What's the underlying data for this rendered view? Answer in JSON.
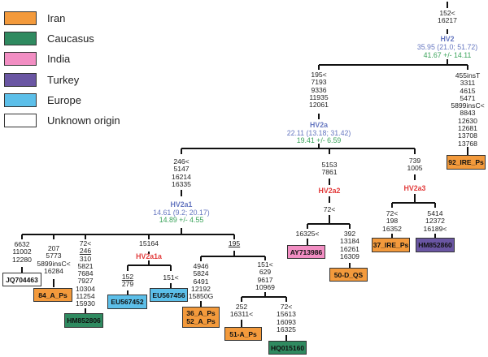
{
  "colors": {
    "iran": "#f39a3c",
    "caucasus": "#2f8a60",
    "india": "#f28ec3",
    "turkey": "#6a56a3",
    "europe": "#5cbfe9",
    "unknown": "#ffffff",
    "node_blue": "#6677c0",
    "node_green": "#3aa35a",
    "node_red": "#e23b3b"
  },
  "legend": [
    {
      "label": "Iran",
      "color": "#f39a3c"
    },
    {
      "label": "Caucasus",
      "color": "#2f8a60"
    },
    {
      "label": "India",
      "color": "#f28ec3"
    },
    {
      "label": "Turkey",
      "color": "#6a56a3"
    },
    {
      "label": "Europe",
      "color": "#5cbfe9"
    },
    {
      "label": "Unknown origin",
      "color": "#ffffff"
    }
  ],
  "tree": {
    "root_mut": "152<\n16217",
    "hv2": {
      "name": "HV2",
      "age": "35.95 (21.0; 51.72)",
      "rho": "41.67 +/- 14.11"
    },
    "hv2a_mut": "195<\n7193\n9336\n11935\n12061",
    "hv2a": {
      "name": "HV2a",
      "age": "22.11 (13.18; 31.42)",
      "rho": "19.41 +/- 6.59"
    },
    "ire92_mut": "455insT\n3311\n4615\n5471\n5899insC<\n8843\n12630\n12681\n13708\n13768",
    "ire92": "92_IRE_Ps",
    "hv2a1_mut": "246<\n5147\n16214\n16335",
    "hv2a1": {
      "name": "HV2a1",
      "age": "14.61 (9.2; 20.17)",
      "rho": "14.89 +/- 4.55"
    },
    "jq_mut": "6632\n11002\n12280",
    "jq": "JQ704463",
    "a84_mut": "207\n5773\n5899insC<\n16284",
    "a84": "84_A_Ps",
    "hm806_mut_top": "72<",
    "hm806_mut_u": "246",
    "hm806_mut_rest": "310\n5821\n7684\n7927\n10304\n11254\n15930",
    "hm806": "HM852806",
    "hv2a1a_mut": "15164",
    "hv2a1a": "HV2a1a",
    "eu452_mut_u": "152",
    "eu452_mut_rest": "279",
    "eu452": "EU567452",
    "eu456_mut": "151<",
    "eu456": "EU567456",
    "sub195_mut": "195",
    "a36_mut": "4946\n5824\n6491\n12192\n15850G",
    "a36": "36_A_Ps\n52_A_Ps",
    "sub151_mut": "151<\n629\n9617\n10969",
    "a51_mut": "252\n16311<",
    "a51": "51-A_Ps",
    "hq_mut": "72<\n15613\n16093\n16325",
    "hq": "HQ015160",
    "hv2a2_mut": "5153\n7861",
    "hv2a2": "HV2a2",
    "hv2a2_sub": "72<",
    "ay_mut": "16325<",
    "ay": "AY713986",
    "d50_mut": "392\n13184\n16261\n16309",
    "d50": "50-D_QS",
    "hv2a3_mut": "739\n1005",
    "hv2a3": "HV2a3",
    "ire37_mut": "72<\n198\n16352",
    "ire37": "37_IRE_Ps",
    "hm860_mut": "5414\n12372\n16189<",
    "hm860": "HM852860"
  }
}
